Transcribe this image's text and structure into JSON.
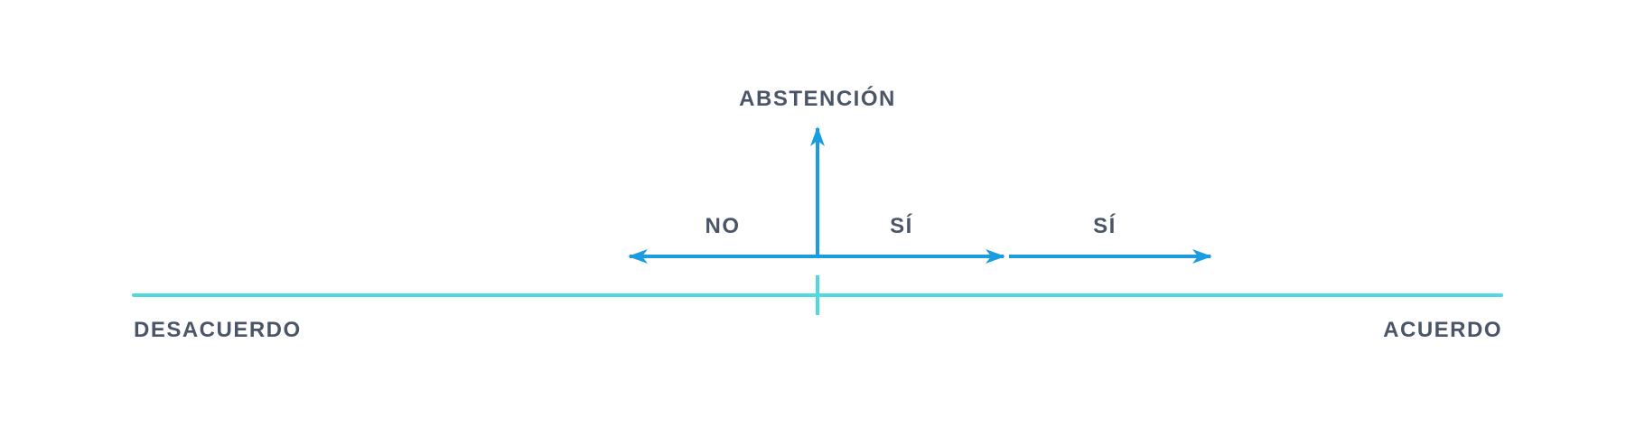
{
  "colors": {
    "arrow": "#1a9de0",
    "axis": "#4fd9e0",
    "text": "#4b5568",
    "background": "#ffffff"
  },
  "labels": {
    "abstention": "ABSTENCIÓN",
    "no": "NO",
    "yes_inner": "SÍ",
    "yes_outer": "SÍ",
    "disagree": "DESACUERDO",
    "agree": "ACUERDO"
  }
}
